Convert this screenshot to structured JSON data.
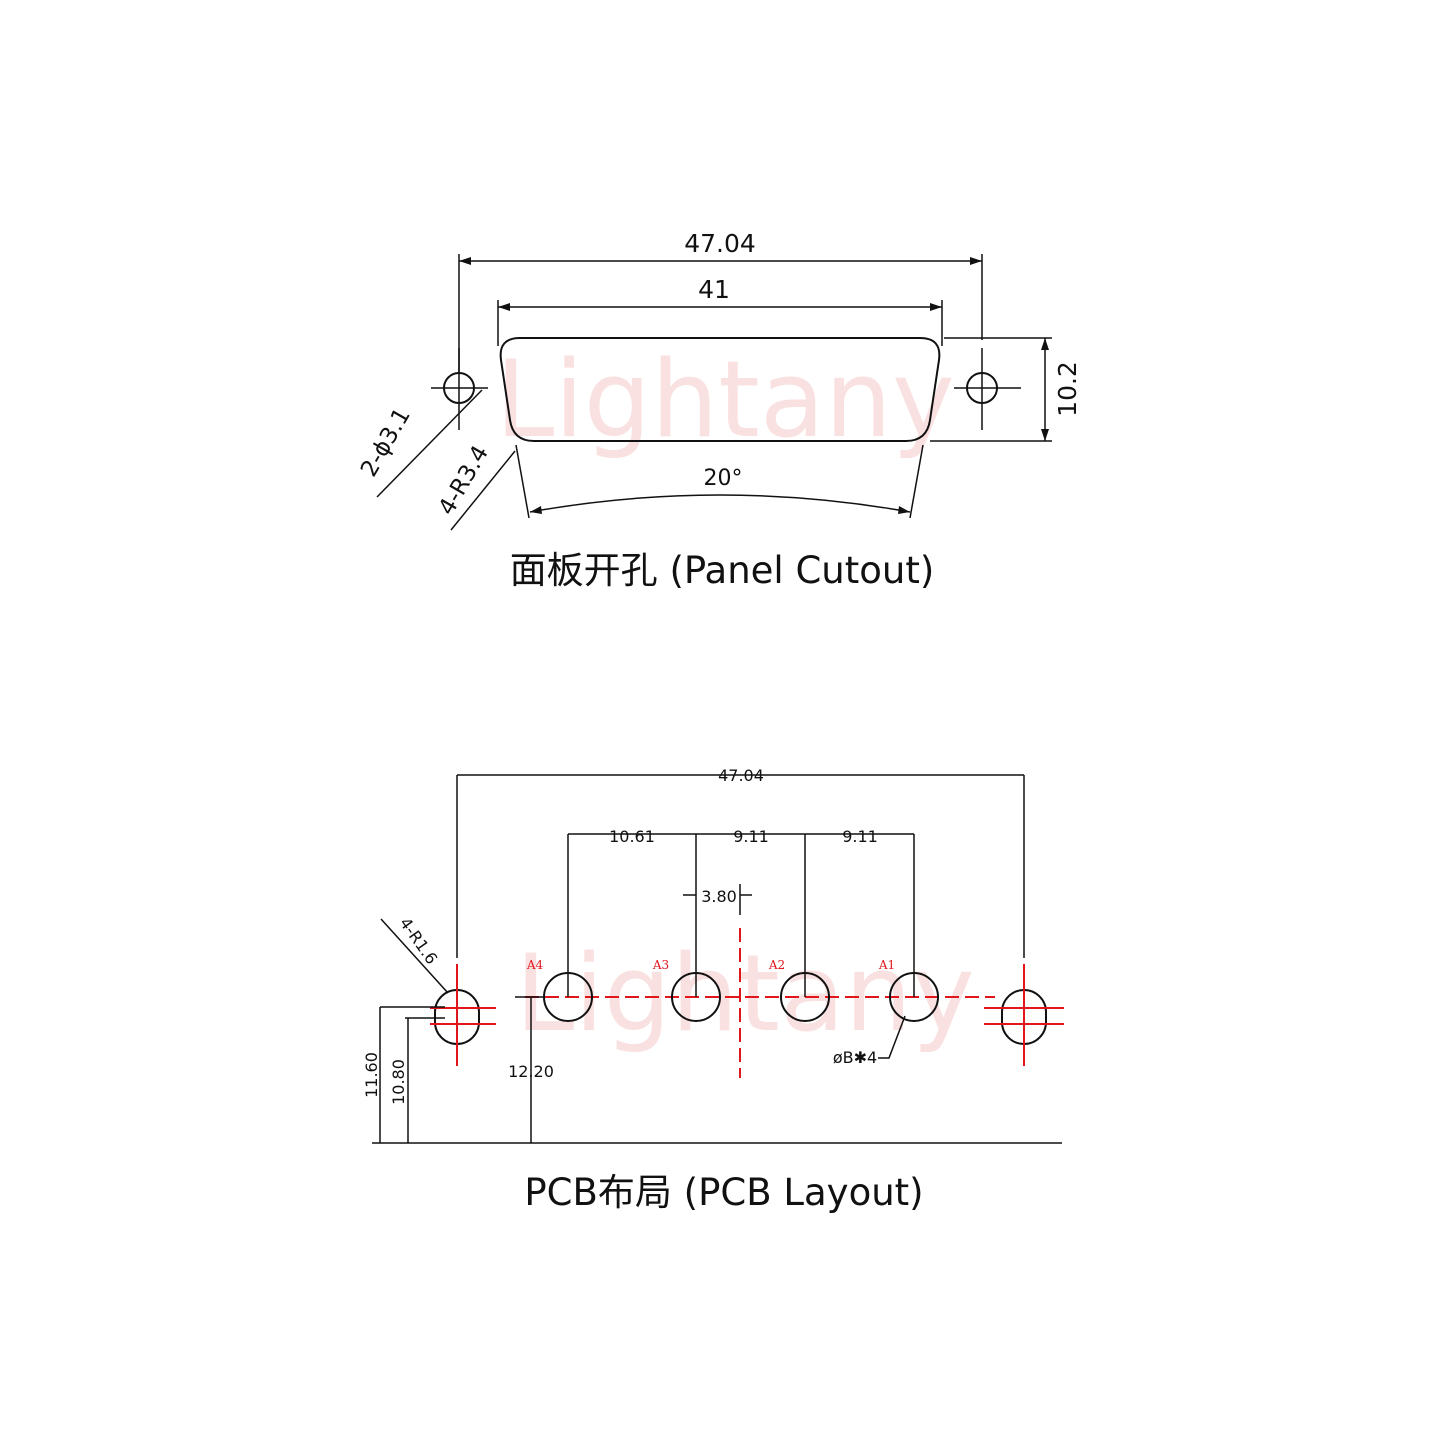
{
  "watermark": "Lightany",
  "accent_color": "#e0161b",
  "panel_cutout": {
    "caption": "面板开孔 (Panel Cutout)",
    "dim_overall": "47.04",
    "dim_inner": "41",
    "dim_height": "10.2",
    "dim_angle": "20°",
    "dim_hole": "2-ϕ3.1",
    "dim_radius": "4-R3.4"
  },
  "pcb_layout": {
    "caption": "PCB布局 (PCB Layout)",
    "dim_overall": "47.04",
    "dim_a4_a3": "10.61",
    "dim_a3_a2": "9.11",
    "dim_a2_a1": "9.11",
    "dim_offset": "3.80",
    "dim_radius": "4-R1.6",
    "dim_h1": "11.60",
    "dim_h2": "10.80",
    "dim_h3": "12.20",
    "dim_pin_dia": "øB✱4",
    "pins": [
      "A4",
      "A3",
      "A2",
      "A1"
    ]
  }
}
